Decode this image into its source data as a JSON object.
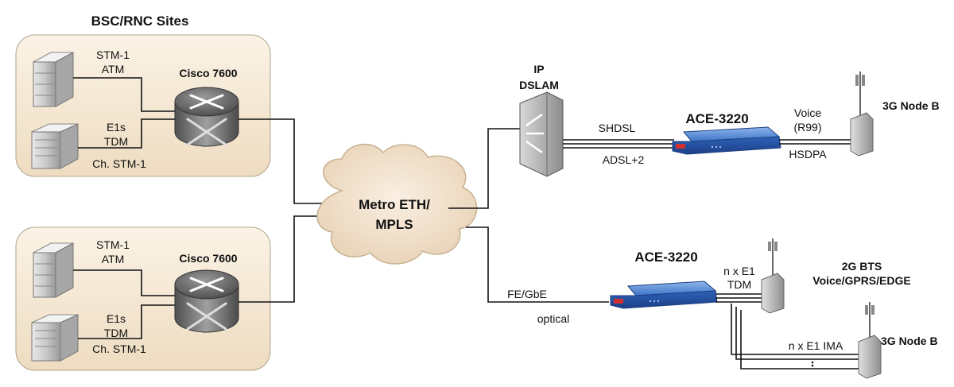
{
  "site_group_title": "BSC/RNC Sites",
  "sites": [
    {
      "router_label": "Cisco 7600",
      "upper_link": [
        "STM-1",
        "ATM"
      ],
      "lower_link": [
        "E1s",
        "TDM"
      ],
      "lower_note": "Ch. STM-1"
    },
    {
      "router_label": "Cisco 7600",
      "upper_link": [
        "STM-1",
        "ATM"
      ],
      "lower_link": [
        "E1s",
        "TDM"
      ],
      "lower_note": "Ch. STM-1"
    }
  ],
  "cloud": {
    "line1": "Metro ETH/",
    "line2": "MPLS"
  },
  "dslam": {
    "line1": "IP",
    "line2": "DSLAM"
  },
  "top_branch": {
    "device_label": "ACE-3220",
    "link_upper": "SHDSL",
    "link_lower": "ADSL+2",
    "voice_line1": "Voice",
    "voice_line2": "(R99)",
    "hsdpa": "HSDPA",
    "node_label": "3G Node B"
  },
  "bottom_branch": {
    "device_label": "ACE-3220",
    "uplink_label": "FE/GbE",
    "uplink_note": "optical",
    "tdm_line1": "n x E1",
    "tdm_line2": "TDM",
    "bts_line1": "2G BTS",
    "bts_line2": "Voice/GPRS/EDGE",
    "ima_label": "n x E1 IMA",
    "node_label": "3G Node B"
  }
}
